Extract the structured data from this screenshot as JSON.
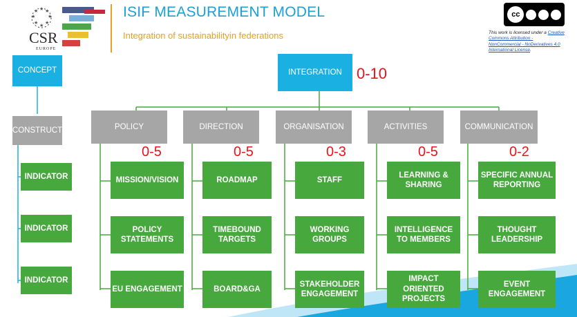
{
  "header": {
    "title": "ISIF MEASUREMENT MODEL",
    "subtitle": "Integration of sustainabilityin federations",
    "logo_text": "CSR",
    "logo_subtext": "EUROPE"
  },
  "license": {
    "badge": "cc BY NC ND",
    "text_prefix": "This work is licensed under a ",
    "link_text": "Creative Commons Attribution - NonCommercial - NoDerivatives 4.0 International License",
    "text_suffix": "."
  },
  "legend": {
    "concept": "CONCEPT",
    "construct": "CONSTRUCT",
    "indicators": [
      "INDICATOR",
      "INDICATOR",
      "INDICATOR"
    ]
  },
  "root": {
    "label": "INTEGRATION",
    "score": "0-10"
  },
  "categories": [
    {
      "label": "POLICY",
      "score": "0-5",
      "items": [
        "MISSION/VISION",
        "POLICY STATEMENTS",
        "EU ENGAGEMENT"
      ]
    },
    {
      "label": "DIRECTION",
      "score": "0-5",
      "items": [
        "ROADMAP",
        "TIMEBOUND TARGETS",
        "BOARD&GA"
      ]
    },
    {
      "label": "ORGANISATION",
      "score": "0-3",
      "items": [
        "STAFF",
        "WORKING GROUPS",
        "STAKEHOLDER ENGAGEMENT"
      ]
    },
    {
      "label": "ACTIVITIES",
      "score": "0-5",
      "items": [
        "LEARNING & SHARING",
        "INTELLIGENCE TO MEMBERS",
        "IMPACT ORIENTED PROJECTS"
      ]
    },
    {
      "label": "COMMUNICATION",
      "score": "0-2",
      "items": [
        "SPECIFIC ANNUAL REPORTING",
        "THOUGHT LEADERSHIP",
        "EVENT ENGAGEMENT"
      ]
    }
  ]
}
